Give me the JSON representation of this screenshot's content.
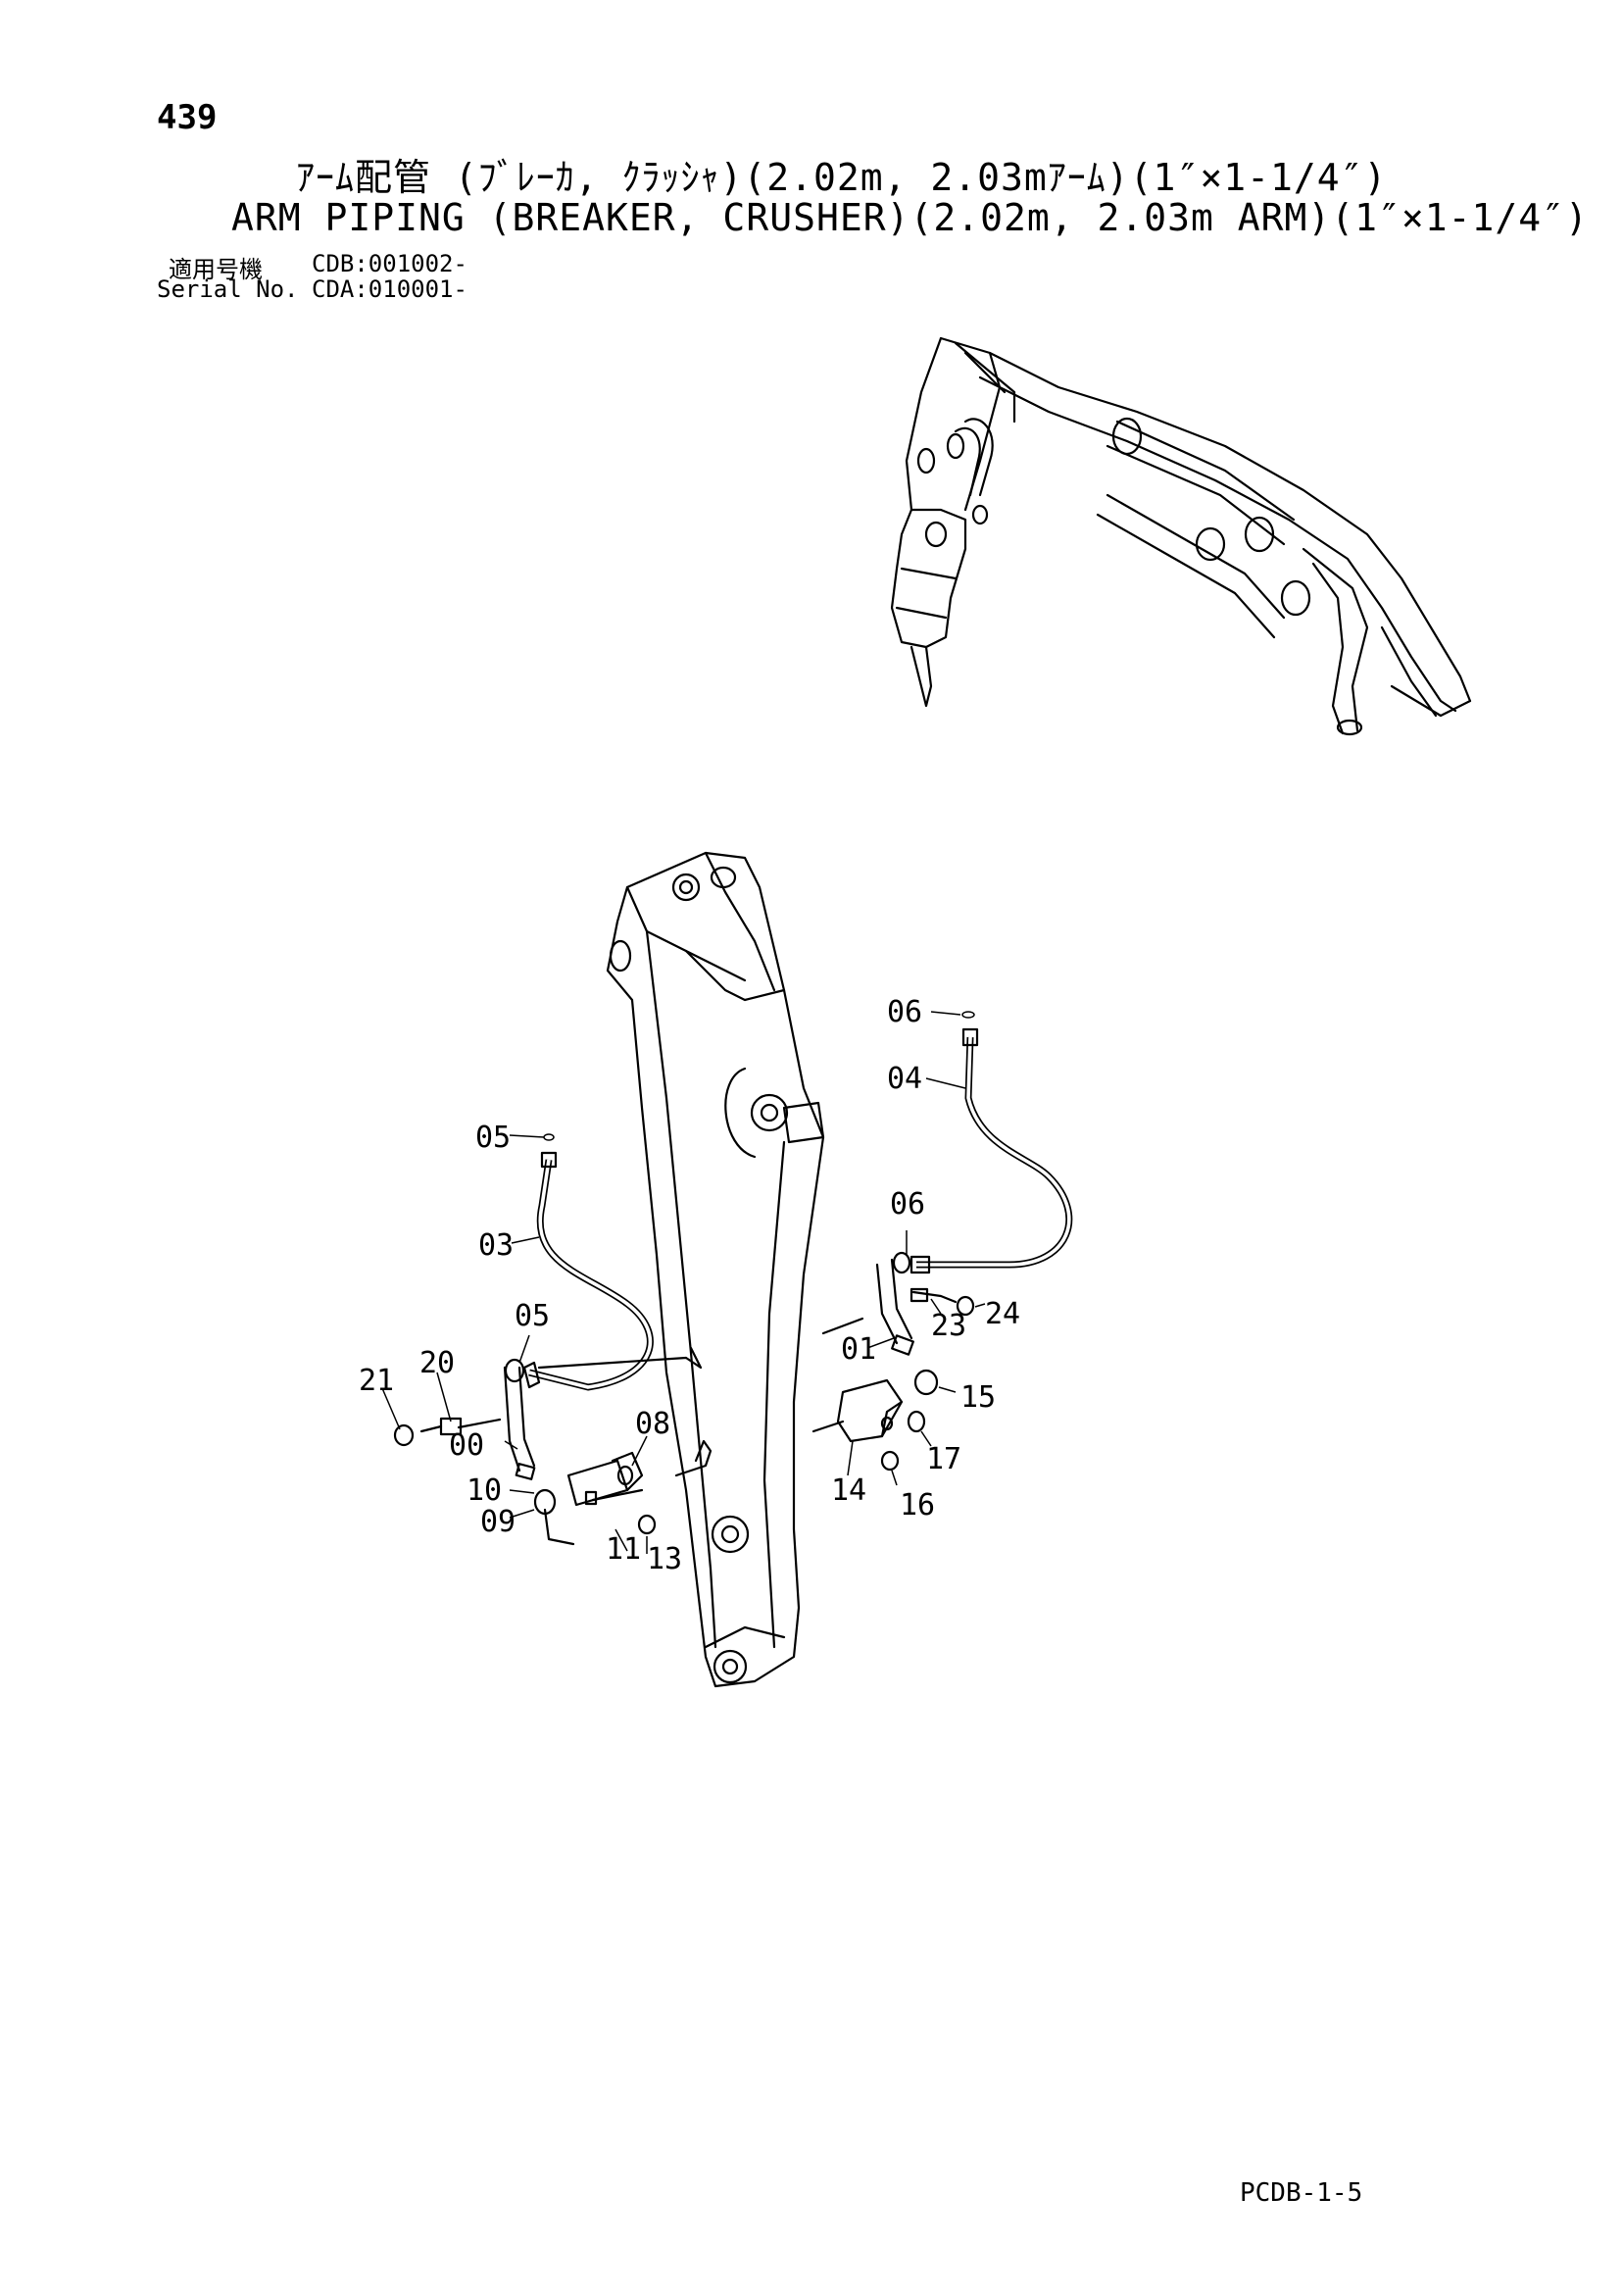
{
  "page_number": "439",
  "title_jp": "ｱｰﾑ配管 (ﾌﾞﾚｰｶ, ｸﾗｯｼｬ)(2.02m, 2.03mｱｰﾑ)(1″×1-1/4″)",
  "title_en": "ARM PIPING (BREAKER, CRUSHER)(2.02m, 2.03m ARM)(1″×1-1/4″)",
  "serial": {
    "jp_label": "適用号機",
    "jp_value": "CDB:001002-",
    "en_label": "Serial No.",
    "en_value": "CDA:010001-"
  },
  "callouts": [
    "05",
    "03",
    "05",
    "21",
    "20",
    "00",
    "10",
    "09",
    "11",
    "13",
    "08",
    "06",
    "04",
    "06",
    "23",
    "24",
    "01",
    "15",
    "17",
    "14",
    "16"
  ],
  "footer_code": "PCDB-1-5"
}
